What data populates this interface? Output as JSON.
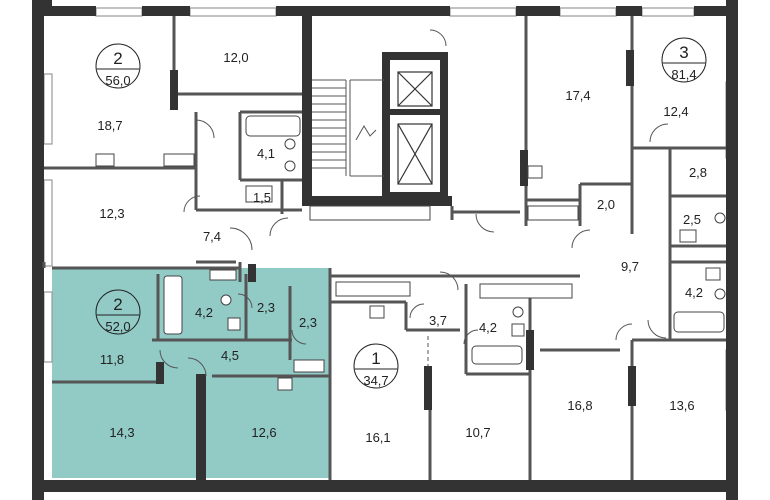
{
  "plan": {
    "highlight_color": "#92cac6",
    "wall_color": "#333333",
    "thin_wall_color": "#555555",
    "window_color": "#9a9a9a",
    "apartments": [
      {
        "id": "apt-2-top-left",
        "rooms": "2",
        "area": "56,0",
        "highlighted": false
      },
      {
        "id": "apt-3-top-right",
        "rooms": "3",
        "area": "81,4",
        "highlighted": false
      },
      {
        "id": "apt-2-selected",
        "rooms": "2",
        "area": "52,0",
        "highlighted": true
      },
      {
        "id": "apt-1-center",
        "rooms": "1",
        "area": "34,7",
        "highlighted": false
      }
    ],
    "rooms": [
      {
        "id": "r-12-0",
        "label": "12,0"
      },
      {
        "id": "r-18-7",
        "label": "18,7"
      },
      {
        "id": "r-4-1",
        "label": "4,1"
      },
      {
        "id": "r-1-5",
        "label": "1,5"
      },
      {
        "id": "r-12-3",
        "label": "12,3"
      },
      {
        "id": "r-7-4",
        "label": "7,4"
      },
      {
        "id": "r-17-4",
        "label": "17,4"
      },
      {
        "id": "r-12-4",
        "label": "12,4"
      },
      {
        "id": "r-2-8",
        "label": "2,8"
      },
      {
        "id": "r-2-0",
        "label": "2,0"
      },
      {
        "id": "r-2-5",
        "label": "2,5"
      },
      {
        "id": "r-9-7",
        "label": "9,7"
      },
      {
        "id": "r-4-2-right",
        "label": "4,2"
      },
      {
        "id": "r-4-2-selected",
        "label": "4,2"
      },
      {
        "id": "r-2-3-a",
        "label": "2,3"
      },
      {
        "id": "r-2-3-b",
        "label": "2,3"
      },
      {
        "id": "r-11-8",
        "label": "11,8"
      },
      {
        "id": "r-4-5",
        "label": "4,5"
      },
      {
        "id": "r-3-7",
        "label": "3,7"
      },
      {
        "id": "r-4-2-center",
        "label": "4,2"
      },
      {
        "id": "r-14-3",
        "label": "14,3"
      },
      {
        "id": "r-12-6",
        "label": "12,6"
      },
      {
        "id": "r-16-1",
        "label": "16,1"
      },
      {
        "id": "r-10-7",
        "label": "10,7"
      },
      {
        "id": "r-16-8",
        "label": "16,8"
      },
      {
        "id": "r-13-6",
        "label": "13,6"
      }
    ]
  }
}
